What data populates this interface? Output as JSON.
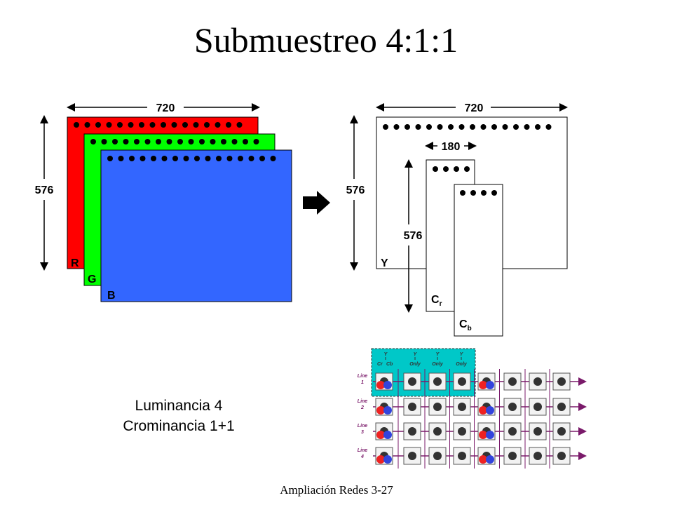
{
  "title": "Submuestreo 4:1:1",
  "rgb": {
    "width_label": "720",
    "height_label": "576",
    "planes": [
      {
        "label": "R",
        "color": "#ff0000"
      },
      {
        "label": "G",
        "color": "#00ff00"
      },
      {
        "label": "B",
        "color": "#3366ff"
      }
    ]
  },
  "ycc": {
    "width_label": "720",
    "height_label": "576",
    "y_label": "Y",
    "chroma_width_label": "180",
    "chroma_height_label": "576",
    "cr_label": "C",
    "cr_sub": "r",
    "cb_label": "C",
    "cb_sub": "b"
  },
  "ratio": {
    "luma": "Luminancia 4",
    "chroma": "Crominancia 1+1"
  },
  "sampling_grid": {
    "header_labels": [
      "Y",
      "Y",
      "Y",
      "Y"
    ],
    "chroma_labels": [
      "Cr",
      "Cb"
    ],
    "only_label": "Only",
    "row_labels": [
      {
        "word": "Line",
        "num": "1"
      },
      {
        "word": "Line",
        "num": "2"
      },
      {
        "word": "Line",
        "num": "3"
      },
      {
        "word": "Line",
        "num": "4"
      }
    ],
    "cb_color": "#3344dd",
    "cr_color": "#ee2222",
    "highlight_color": "#00c8c8"
  },
  "footer": "Ampliación Redes 3-27"
}
